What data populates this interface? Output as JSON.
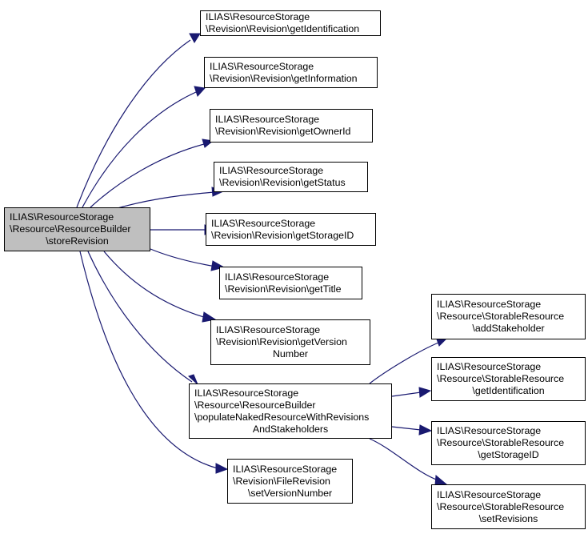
{
  "diagram": {
    "type": "call-graph",
    "edge_color": "#191970",
    "root": {
      "id": "root",
      "lines": [
        "ILIAS\\ResourceStorage",
        "\\Resource\\ResourceBuilder",
        "\\storeRevision"
      ],
      "highlighted": true
    },
    "nodes": [
      {
        "id": "n1",
        "lines": [
          "ILIAS\\ResourceStorage",
          "\\Revision\\Revision\\getIdentification"
        ]
      },
      {
        "id": "n2",
        "lines": [
          "ILIAS\\ResourceStorage",
          "\\Revision\\Revision\\getInformation"
        ]
      },
      {
        "id": "n3",
        "lines": [
          "ILIAS\\ResourceStorage",
          "\\Revision\\Revision\\getOwnerId"
        ]
      },
      {
        "id": "n4",
        "lines": [
          "ILIAS\\ResourceStorage",
          "\\Revision\\Revision\\getStatus"
        ]
      },
      {
        "id": "n5",
        "lines": [
          "ILIAS\\ResourceStorage",
          "\\Revision\\Revision\\getStorageID"
        ]
      },
      {
        "id": "n6",
        "lines": [
          "ILIAS\\ResourceStorage",
          "\\Revision\\Revision\\getTitle"
        ]
      },
      {
        "id": "n7",
        "lines": [
          "ILIAS\\ResourceStorage",
          "\\Revision\\Revision\\getVersion",
          "Number"
        ]
      },
      {
        "id": "n8",
        "lines": [
          "ILIAS\\ResourceStorage",
          "\\Resource\\ResourceBuilder",
          "\\populateNakedResourceWithRevisions",
          "AndStakeholders"
        ]
      },
      {
        "id": "n9",
        "lines": [
          "ILIAS\\ResourceStorage",
          "\\Revision\\FileRevision",
          "\\setVersionNumber"
        ]
      },
      {
        "id": "n10",
        "lines": [
          "ILIAS\\ResourceStorage",
          "\\Resource\\StorableResource",
          "\\addStakeholder"
        ]
      },
      {
        "id": "n11",
        "lines": [
          "ILIAS\\ResourceStorage",
          "\\Resource\\StorableResource",
          "\\getIdentification"
        ]
      },
      {
        "id": "n12",
        "lines": [
          "ILIAS\\ResourceStorage",
          "\\Resource\\StorableResource",
          "\\getStorageID"
        ]
      },
      {
        "id": "n13",
        "lines": [
          "ILIAS\\ResourceStorage",
          "\\Resource\\StorableResource",
          "\\setRevisions"
        ]
      }
    ],
    "edges": [
      {
        "from": "root",
        "to": "n1"
      },
      {
        "from": "root",
        "to": "n2"
      },
      {
        "from": "root",
        "to": "n3"
      },
      {
        "from": "root",
        "to": "n4"
      },
      {
        "from": "root",
        "to": "n5"
      },
      {
        "from": "root",
        "to": "n6"
      },
      {
        "from": "root",
        "to": "n7"
      },
      {
        "from": "root",
        "to": "n8"
      },
      {
        "from": "root",
        "to": "n9"
      },
      {
        "from": "n8",
        "to": "n10"
      },
      {
        "from": "n8",
        "to": "n11"
      },
      {
        "from": "n8",
        "to": "n12"
      },
      {
        "from": "n8",
        "to": "n13"
      }
    ]
  }
}
